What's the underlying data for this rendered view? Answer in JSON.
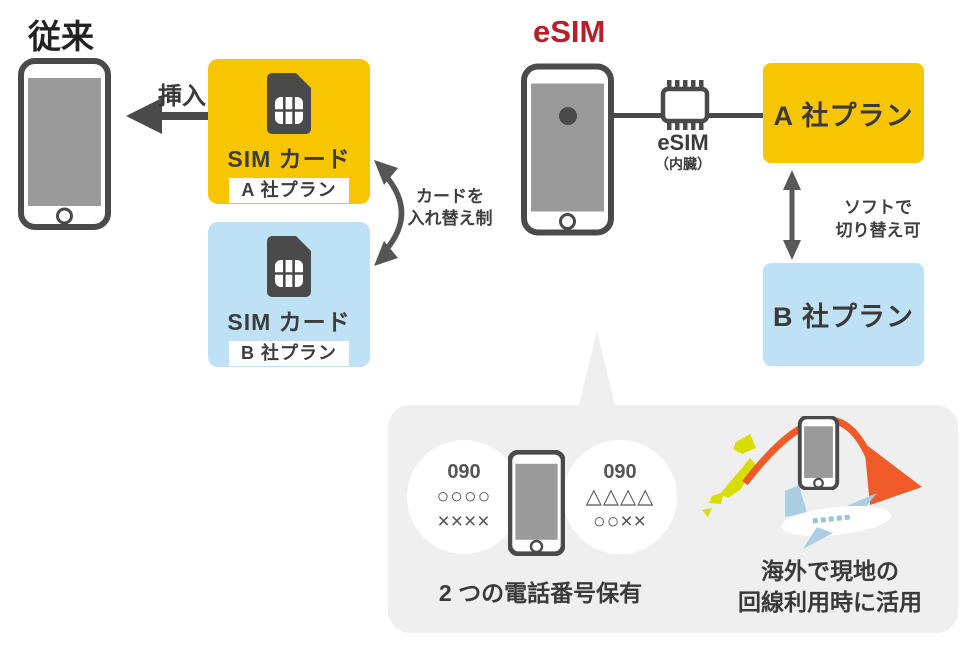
{
  "colors": {
    "yellow": "#f7c600",
    "light_blue": "#bfe1f6",
    "panel_gray": "#efefef",
    "dark_gray": "#4a4a4a",
    "red_title": "#b5202a",
    "orange_arrow": "#f05a28",
    "japan_green": "#d8dd00",
    "plane_blue": "#aacfe2"
  },
  "conventional": {
    "title": "従来",
    "insert_label": "挿入",
    "sim_a": {
      "name": "SIM カード",
      "plan": "A 社プラン"
    },
    "sim_b": {
      "name": "SIM カード",
      "plan": "B 社プラン"
    },
    "swap_note": {
      "line1": "カードを",
      "line2": "入れ替え制"
    }
  },
  "esim": {
    "title": "eSIM",
    "chip_label": "eSIM",
    "chip_sublabel": "（内臓）",
    "plan_a": "A 社プラン",
    "plan_b": "B 社プラン",
    "switch_note": {
      "line1": "ソフトで",
      "line2": "切り替え可"
    }
  },
  "benefits": {
    "phone_numbers": {
      "bubble_left": {
        "prefix": "090",
        "line1": "○○○○",
        "line2": "××××"
      },
      "bubble_right": {
        "prefix": "090",
        "line1": "△△△△",
        "line2": "○○××"
      },
      "caption": "2 つの電話番号保有"
    },
    "overseas": {
      "caption_line1": "海外で現地の",
      "caption_line2": "回線利用時に活用"
    }
  }
}
